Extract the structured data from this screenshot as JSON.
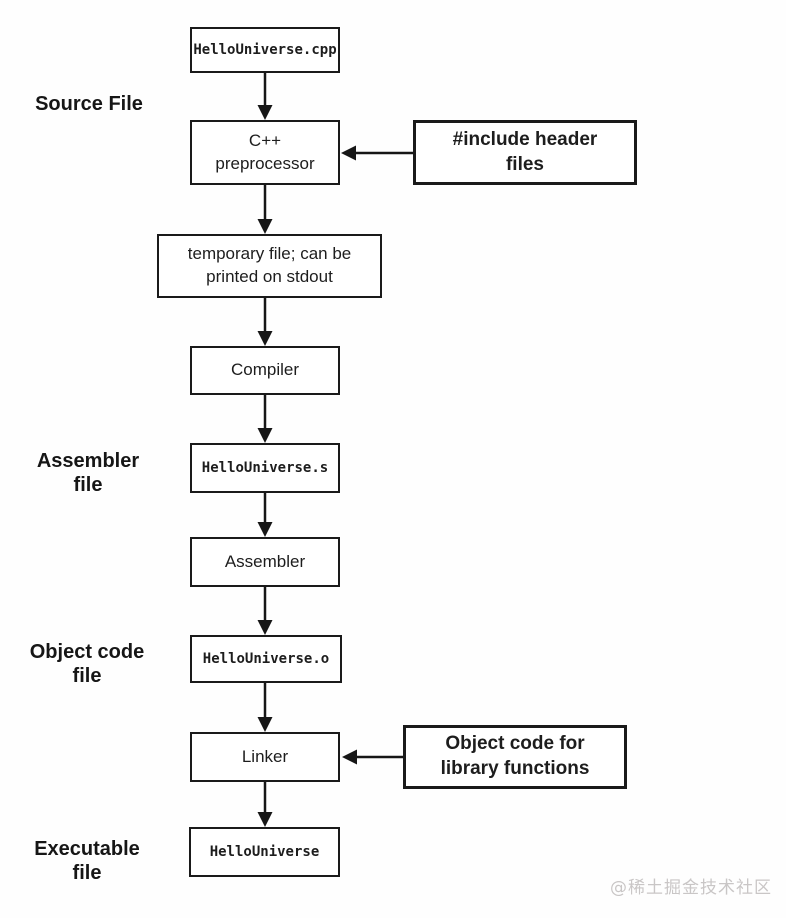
{
  "diagram": {
    "stage_labels": [
      {
        "text": "Source File"
      },
      {
        "text": "Assembler\nfile"
      },
      {
        "text": "Object code\nfile"
      },
      {
        "text": "Executable\nfile"
      }
    ],
    "nodes": [
      {
        "name": "source-file",
        "text": "HelloUniverse.cpp"
      },
      {
        "name": "preprocessor",
        "text": "C++\npreprocessor"
      },
      {
        "name": "include-headers",
        "text": "#include header\nfiles"
      },
      {
        "name": "temporary-file",
        "text": "temporary file; can be\nprinted on stdout"
      },
      {
        "name": "compiler",
        "text": "Compiler"
      },
      {
        "name": "assembly-file",
        "text": "HelloUniverse.s"
      },
      {
        "name": "assembler",
        "text": "Assembler"
      },
      {
        "name": "object-file",
        "text": "HelloUniverse.o"
      },
      {
        "name": "linker",
        "text": "Linker"
      },
      {
        "name": "library-object-code",
        "text": "Object code for\nlibrary functions"
      },
      {
        "name": "executable",
        "text": "HelloUniverse"
      }
    ],
    "colors": {
      "border": "#1a1a1a",
      "text": "#1d1d1d",
      "background": "#fefefe",
      "watermark": "#c9c6c6"
    },
    "watermark": "@稀土掘金技术社区"
  }
}
